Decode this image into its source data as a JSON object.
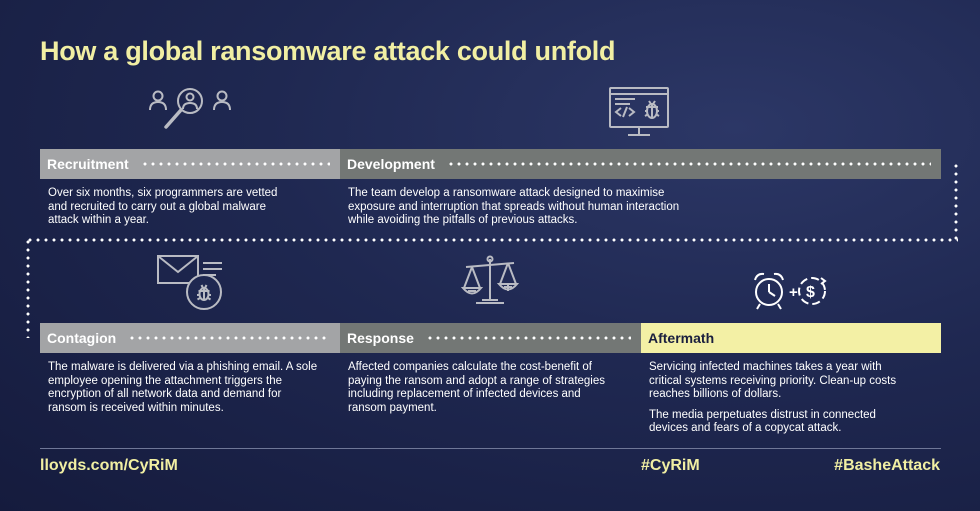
{
  "title": "How a global ransomware attack could unfold",
  "colors": {
    "background": "#1f2851",
    "accent_yellow": "#f1efa3",
    "bar_light_gray": "#a3a4a6",
    "bar_dark_gray": "#737775",
    "bar_highlight": "#f3f0a5"
  },
  "stages": [
    {
      "label": "Recruitment",
      "icon": "people-magnifier-icon",
      "paragraphs": [
        "Over six months, six programmers are vetted and recruited to carry out a global malware attack within a year."
      ]
    },
    {
      "label": "Development",
      "icon": "monitor-code-bug-icon",
      "paragraphs": [
        "The team develop a ransomware attack designed to maximise exposure and interruption that spreads without human interaction while avoiding the pitfalls of previous attacks."
      ]
    },
    {
      "label": "Contagion",
      "icon": "email-bug-icon",
      "paragraphs": [
        "The malware is delivered via a phishing email. A sole employee opening the attachment triggers the encryption of all network data and demand for ransom is received within minutes."
      ]
    },
    {
      "label": "Response",
      "icon": "balance-scale-icon",
      "paragraphs": [
        "Affected companies calculate the cost-benefit of paying the ransom and adopt a range of strategies including replacement of infected devices and ransom payment."
      ]
    },
    {
      "label": "Aftermath",
      "icon": "alarm-clock-plus-dollar-icon",
      "icon_plus": "+",
      "icon_dollar": "$",
      "paragraphs": [
        "Servicing infected machines takes a year with critical systems receiving priority. Clean-up costs reaches billions of dollars.",
        "The media perpetuates distrust in connected devices and fears of a copycat attack."
      ]
    }
  ],
  "footer": {
    "link": "lloyds.com/CyRiM",
    "hashtag1": "#CyRiM",
    "hashtag2": "#BasheAttack"
  }
}
